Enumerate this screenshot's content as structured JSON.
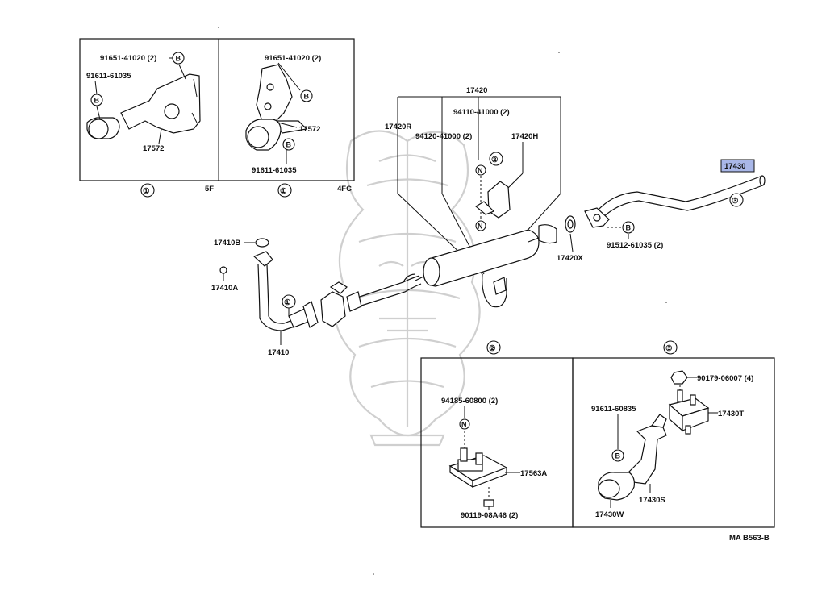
{
  "parts": {
    "p1_top_bolt": "91651-41020 (2)",
    "p1_nut": "91611-61035",
    "p1_bracket": "17572",
    "p1_callout": "①",
    "p1_variant": "5F",
    "p2_top_bolt": "91651-41020 (2)",
    "p2_bracket": "17572",
    "p2_nut": "91611-61035",
    "p2_callout": "①",
    "p2_variant": "4FC",
    "muffler_assy": "17420",
    "muffler_17420r": "17420R",
    "muffler_bolt_a": "94110-41000 (2)",
    "muffler_nut": "94120-41000 (2)",
    "muffler_callout": "②",
    "muffler_17420h": "17420H",
    "tail_pipe": "17430",
    "tail_callout": "③",
    "tail_bolt": "91512-61035 (2)",
    "gasket_x": "17420X",
    "gasket_b": "17410B",
    "nut_a": "17410A",
    "front_callout": "①",
    "front_pipe": "17410",
    "detail2_title": "②",
    "d2_nut": "94185-60800 (2)",
    "d2_support": "17563A",
    "d2_bolt": "90119-08A46 (2)",
    "detail3_title": "③",
    "d3_nut": "90179-06007 (4)",
    "d3_bolt": "91611-60835",
    "d3_insulator": "17430T",
    "d3_bracket": "17430S",
    "d3_clamp": "17430W",
    "drawing_code": "MA B563-B",
    "badge_b": "B",
    "badge_n": "N"
  }
}
